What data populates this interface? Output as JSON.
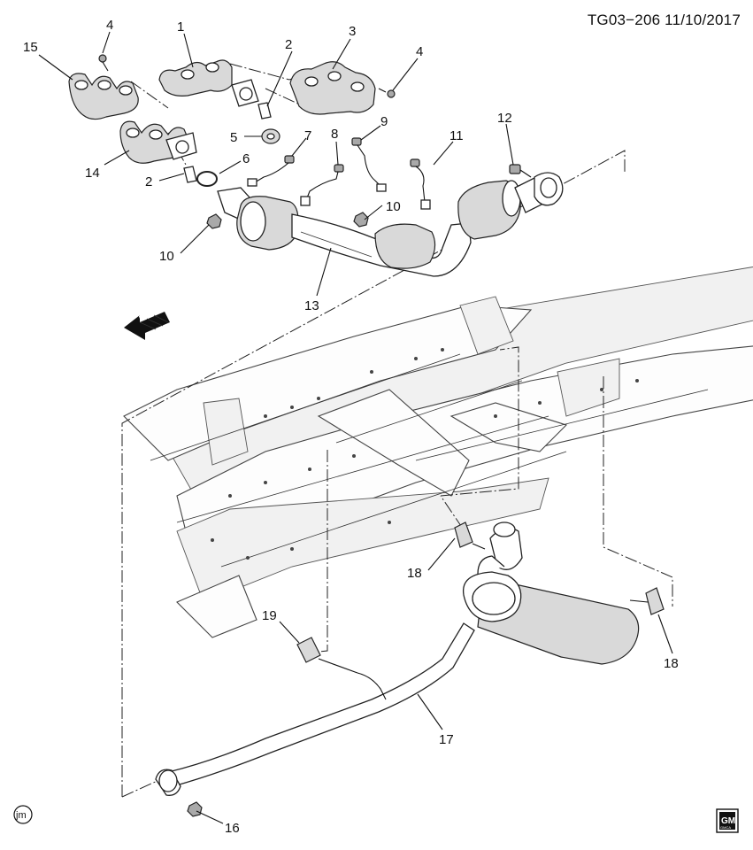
{
  "header": {
    "code": "TG03−206 11/10/2017"
  },
  "callouts": [
    {
      "id": "c1",
      "label": "1"
    },
    {
      "id": "c2a",
      "label": "2"
    },
    {
      "id": "c2b",
      "label": "2"
    },
    {
      "id": "c3",
      "label": "3"
    },
    {
      "id": "c4a",
      "label": "4"
    },
    {
      "id": "c4b",
      "label": "4"
    },
    {
      "id": "c5",
      "label": "5"
    },
    {
      "id": "c6",
      "label": "6"
    },
    {
      "id": "c7",
      "label": "7"
    },
    {
      "id": "c8",
      "label": "8"
    },
    {
      "id": "c9",
      "label": "9"
    },
    {
      "id": "c10a",
      "label": "10"
    },
    {
      "id": "c10b",
      "label": "10"
    },
    {
      "id": "c11",
      "label": "11"
    },
    {
      "id": "c12",
      "label": "12"
    },
    {
      "id": "c13",
      "label": "13"
    },
    {
      "id": "c14",
      "label": "14"
    },
    {
      "id": "c15",
      "label": "15"
    },
    {
      "id": "c16",
      "label": "16"
    },
    {
      "id": "c17",
      "label": "17"
    },
    {
      "id": "c18a",
      "label": "18"
    },
    {
      "id": "c18b",
      "label": "18"
    },
    {
      "id": "c19",
      "label": "19"
    }
  ],
  "front_arrow": {
    "label": "FRT"
  },
  "corner_mark": {
    "label": "jm"
  },
  "logo": {
    "label": "GM",
    "sub": "GMCA"
  }
}
